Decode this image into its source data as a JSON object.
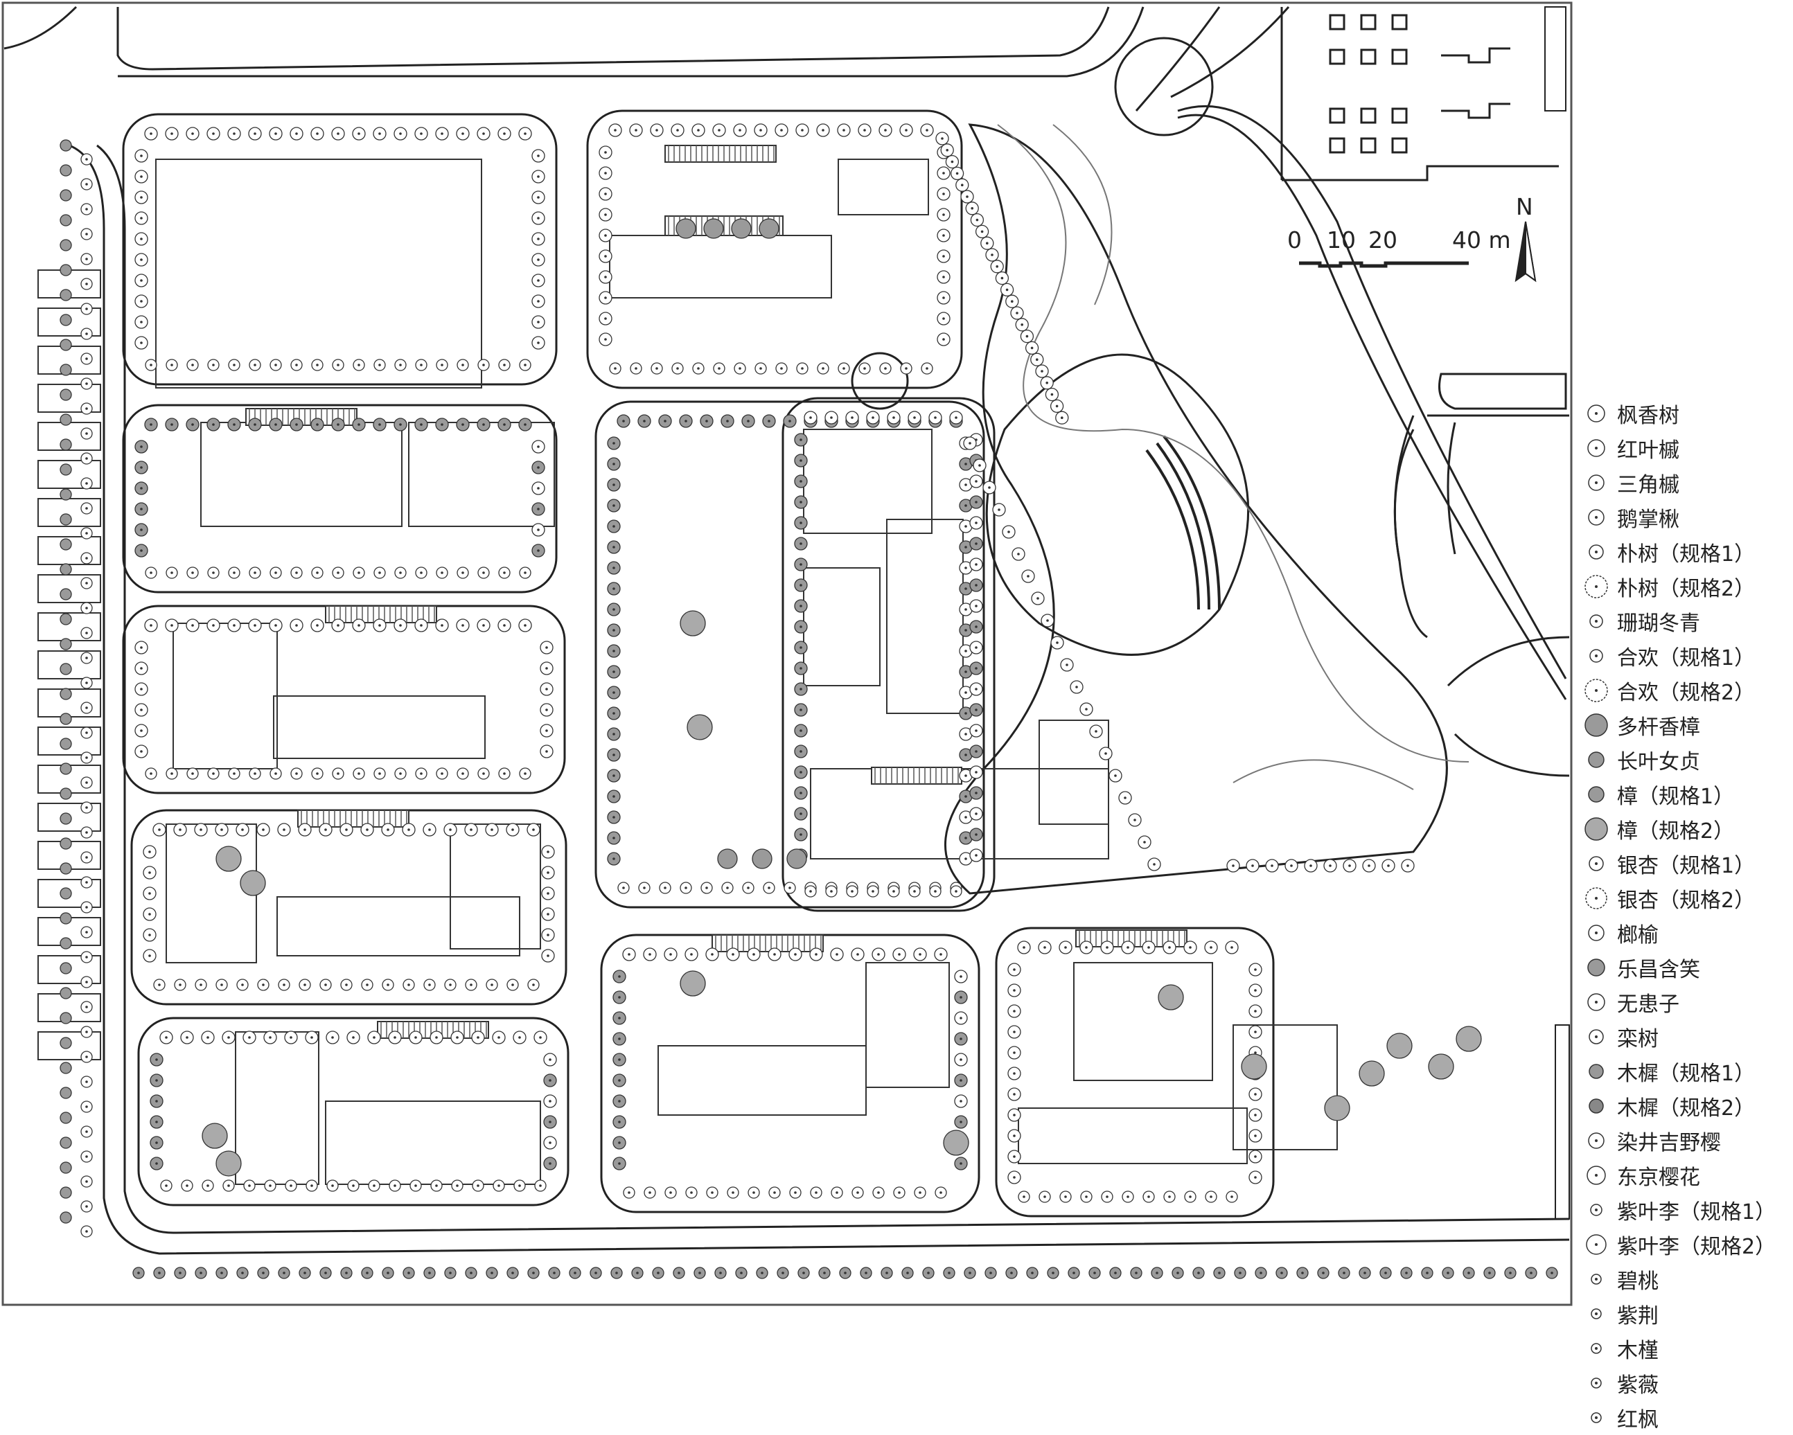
{
  "scale_bar": {
    "ticks": [
      "0",
      "10",
      "20",
      "40 m"
    ]
  },
  "north": "N",
  "colors": {
    "line": "#222222",
    "tree_dark": "#9a9a9a",
    "tree_mid": "#bdbdbd"
  },
  "legend": [
    {
      "label": "枫香树",
      "icon": "maple-sweetgum-symbol"
    },
    {
      "label": "红叶槭",
      "icon": "red-maple-symbol"
    },
    {
      "label": "三角槭",
      "icon": "trident-maple-symbol"
    },
    {
      "label": "鹅掌楸",
      "icon": "tulip-tree-symbol"
    },
    {
      "label": "朴树（规格1）",
      "icon": "hackberry-small-symbol"
    },
    {
      "label": "朴树（规格2）",
      "icon": "hackberry-large-symbol"
    },
    {
      "label": "珊瑚冬青",
      "icon": "coral-holly-symbol"
    },
    {
      "label": "合欢（规格1）",
      "icon": "silk-tree-small-symbol"
    },
    {
      "label": "合欢（规格2）",
      "icon": "silk-tree-large-symbol"
    },
    {
      "label": "多杆香樟",
      "icon": "multi-stem-camphor-symbol"
    },
    {
      "label": "长叶女贞",
      "icon": "privet-symbol"
    },
    {
      "label": "樟（规格1）",
      "icon": "camphor-small-symbol"
    },
    {
      "label": "樟（规格2）",
      "icon": "camphor-large-symbol"
    },
    {
      "label": "银杏（规格1）",
      "icon": "ginkgo-small-symbol"
    },
    {
      "label": "银杏（规格2）",
      "icon": "ginkgo-large-symbol"
    },
    {
      "label": "榔榆",
      "icon": "chinese-elm-symbol"
    },
    {
      "label": "乐昌含笑",
      "icon": "michelia-symbol"
    },
    {
      "label": "无患子",
      "icon": "soapberry-symbol"
    },
    {
      "label": "栾树",
      "icon": "goldenrain-tree-symbol"
    },
    {
      "label": "木樨（规格1）",
      "icon": "osmanthus-small-symbol"
    },
    {
      "label": "木樨（规格2）",
      "icon": "osmanthus-large-symbol"
    },
    {
      "label": "染井吉野樱",
      "icon": "yoshino-cherry-symbol"
    },
    {
      "label": "东京樱花",
      "icon": "tokyo-cherry-symbol"
    },
    {
      "label": "紫叶李（规格1）",
      "icon": "purple-plum-small-symbol"
    },
    {
      "label": "紫叶李（规格2）",
      "icon": "purple-plum-large-symbol"
    },
    {
      "label": "碧桃",
      "icon": "flowering-peach-symbol"
    },
    {
      "label": "紫荆",
      "icon": "redbud-symbol"
    },
    {
      "label": "木槿",
      "icon": "hibiscus-symbol"
    },
    {
      "label": "紫薇",
      "icon": "crape-myrtle-symbol"
    },
    {
      "label": "红枫",
      "icon": "japanese-maple-symbol"
    }
  ]
}
